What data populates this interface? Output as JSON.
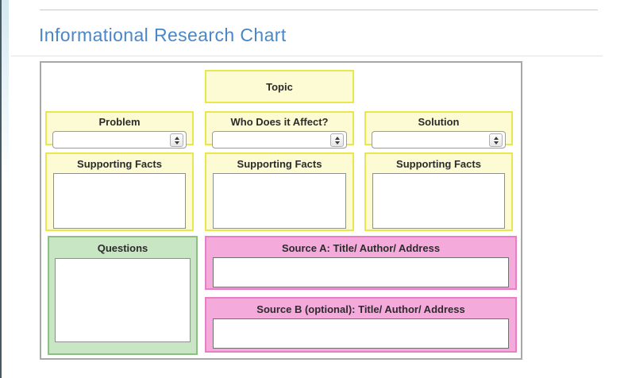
{
  "page": {
    "title": "Informational Research Chart"
  },
  "board": {
    "topic_label": "Topic",
    "columns": [
      {
        "heading": "Problem",
        "select_value": "",
        "facts_heading": "Supporting Facts",
        "facts_value": ""
      },
      {
        "heading": "Who Does it Affect?",
        "select_value": "",
        "facts_heading": "Supporting Facts",
        "facts_value": ""
      },
      {
        "heading": "Solution",
        "select_value": "",
        "facts_heading": "Supporting Facts",
        "facts_value": ""
      }
    ],
    "questions": {
      "heading": "Questions",
      "value": ""
    },
    "sources": [
      {
        "heading": "Source A: Title/ Author/ Address",
        "value": ""
      },
      {
        "heading": "Source B (optional): Title/ Author/ Address",
        "value": ""
      }
    ]
  },
  "colors": {
    "title_blue": "#4a87c7",
    "yellow_fill": "#fcfbd3",
    "yellow_border": "#e9e64e",
    "green_fill": "#c9e6c4",
    "green_border": "#8cbe86",
    "pink_fill": "#f4abdc",
    "pink_border": "#e87fc6",
    "board_border": "#a8a8a8",
    "accent_bar": "#475962"
  }
}
